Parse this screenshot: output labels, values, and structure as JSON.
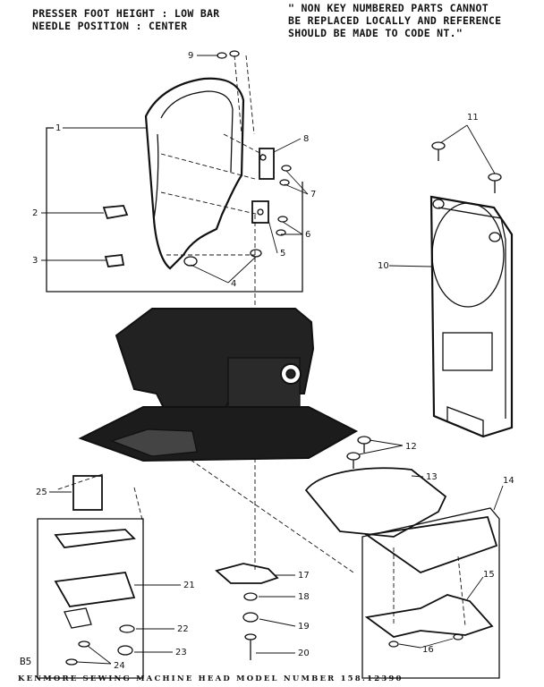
{
  "header": {
    "left_lines": [
      "PRESSER FOOT HEIGHT : LOW BAR",
      "NEEDLE POSITION : CENTER"
    ],
    "right_lines": [
      "\" NON KEY NUMBERED PARTS CANNOT",
      "BE REPLACED LOCALLY AND REFERENCE",
      "SHOULD BE MADE TO CODE NT.\""
    ]
  },
  "footer": {
    "code": "B5",
    "model": "KENMORE SEWING MACHINE HEAD MODEL NUMBER 158.12390"
  },
  "callouts": [
    "1",
    "2",
    "3",
    "4",
    "5",
    "6",
    "7",
    "8",
    "9",
    "10",
    "11",
    "12",
    "13",
    "14",
    "15",
    "16",
    "17",
    "18",
    "19",
    "20",
    "21",
    "22",
    "23",
    "24",
    "25"
  ]
}
